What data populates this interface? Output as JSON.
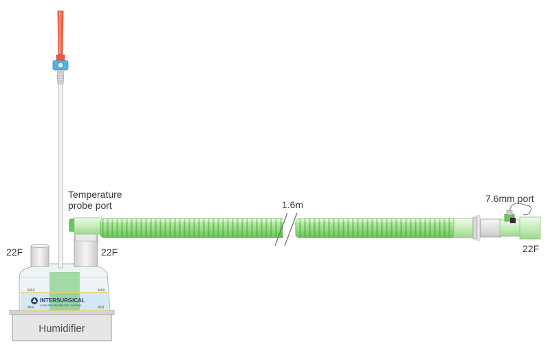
{
  "labels": {
    "temperature_probe_port_line1": "Temperature",
    "temperature_probe_port_line2": "probe port",
    "tube_length": "1.6m",
    "port_size": "7.6mm port",
    "connector_left": "22F",
    "connector_middle": "22F",
    "connector_right": "22F",
    "humidifier": "Humidifier"
  },
  "brand": {
    "name": "INTERSURGICAL",
    "tagline": "COMPLETE RESPIRATORY SYSTEMS"
  },
  "chamber_marks": {
    "max_left": "MAX",
    "max_right": "MAX",
    "min_left": "MIN",
    "min_right": "MIN"
  },
  "colors": {
    "tube_green": "#9fe08c",
    "tube_green_dark": "#55b244",
    "spike_red": "#ef6a4e",
    "valve_blue": "#4fb6e6",
    "humidifier_base": "#e6e6e6",
    "label_text": "#3a3a3a",
    "chamber_water": "#cfe6f5",
    "chamber_green": "#64c260"
  }
}
